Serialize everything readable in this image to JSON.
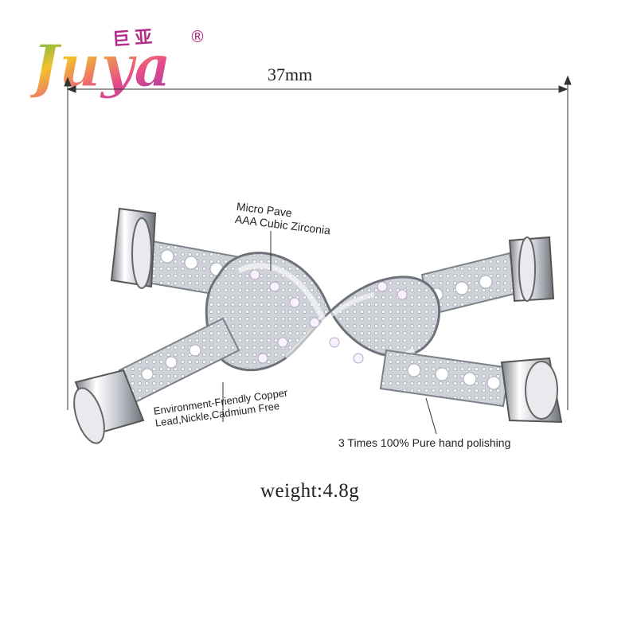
{
  "logo": {
    "brand_text": "Juya",
    "chinese_text": "巨亚",
    "registered_mark": "®"
  },
  "dimension": {
    "label": "37mm"
  },
  "annotations": {
    "micro_pave_line1": "Micro Pave",
    "micro_pave_line2": "AAA Cubic Zirconia",
    "material_line1": "Environment-Friendly Copper",
    "material_line2": "Lead,Nickle,Cadmium Free",
    "polishing": "3 Times 100% Pure hand polishing"
  },
  "weight": {
    "label": "weight:4.8g"
  },
  "colors": {
    "logo_gradient": [
      "#3cb54a",
      "#f2c12e",
      "#e84a8a",
      "#8a3fa8"
    ],
    "metal_light": "#f4f4f6",
    "metal_dark": "#8b8f96",
    "text": "#222222"
  }
}
